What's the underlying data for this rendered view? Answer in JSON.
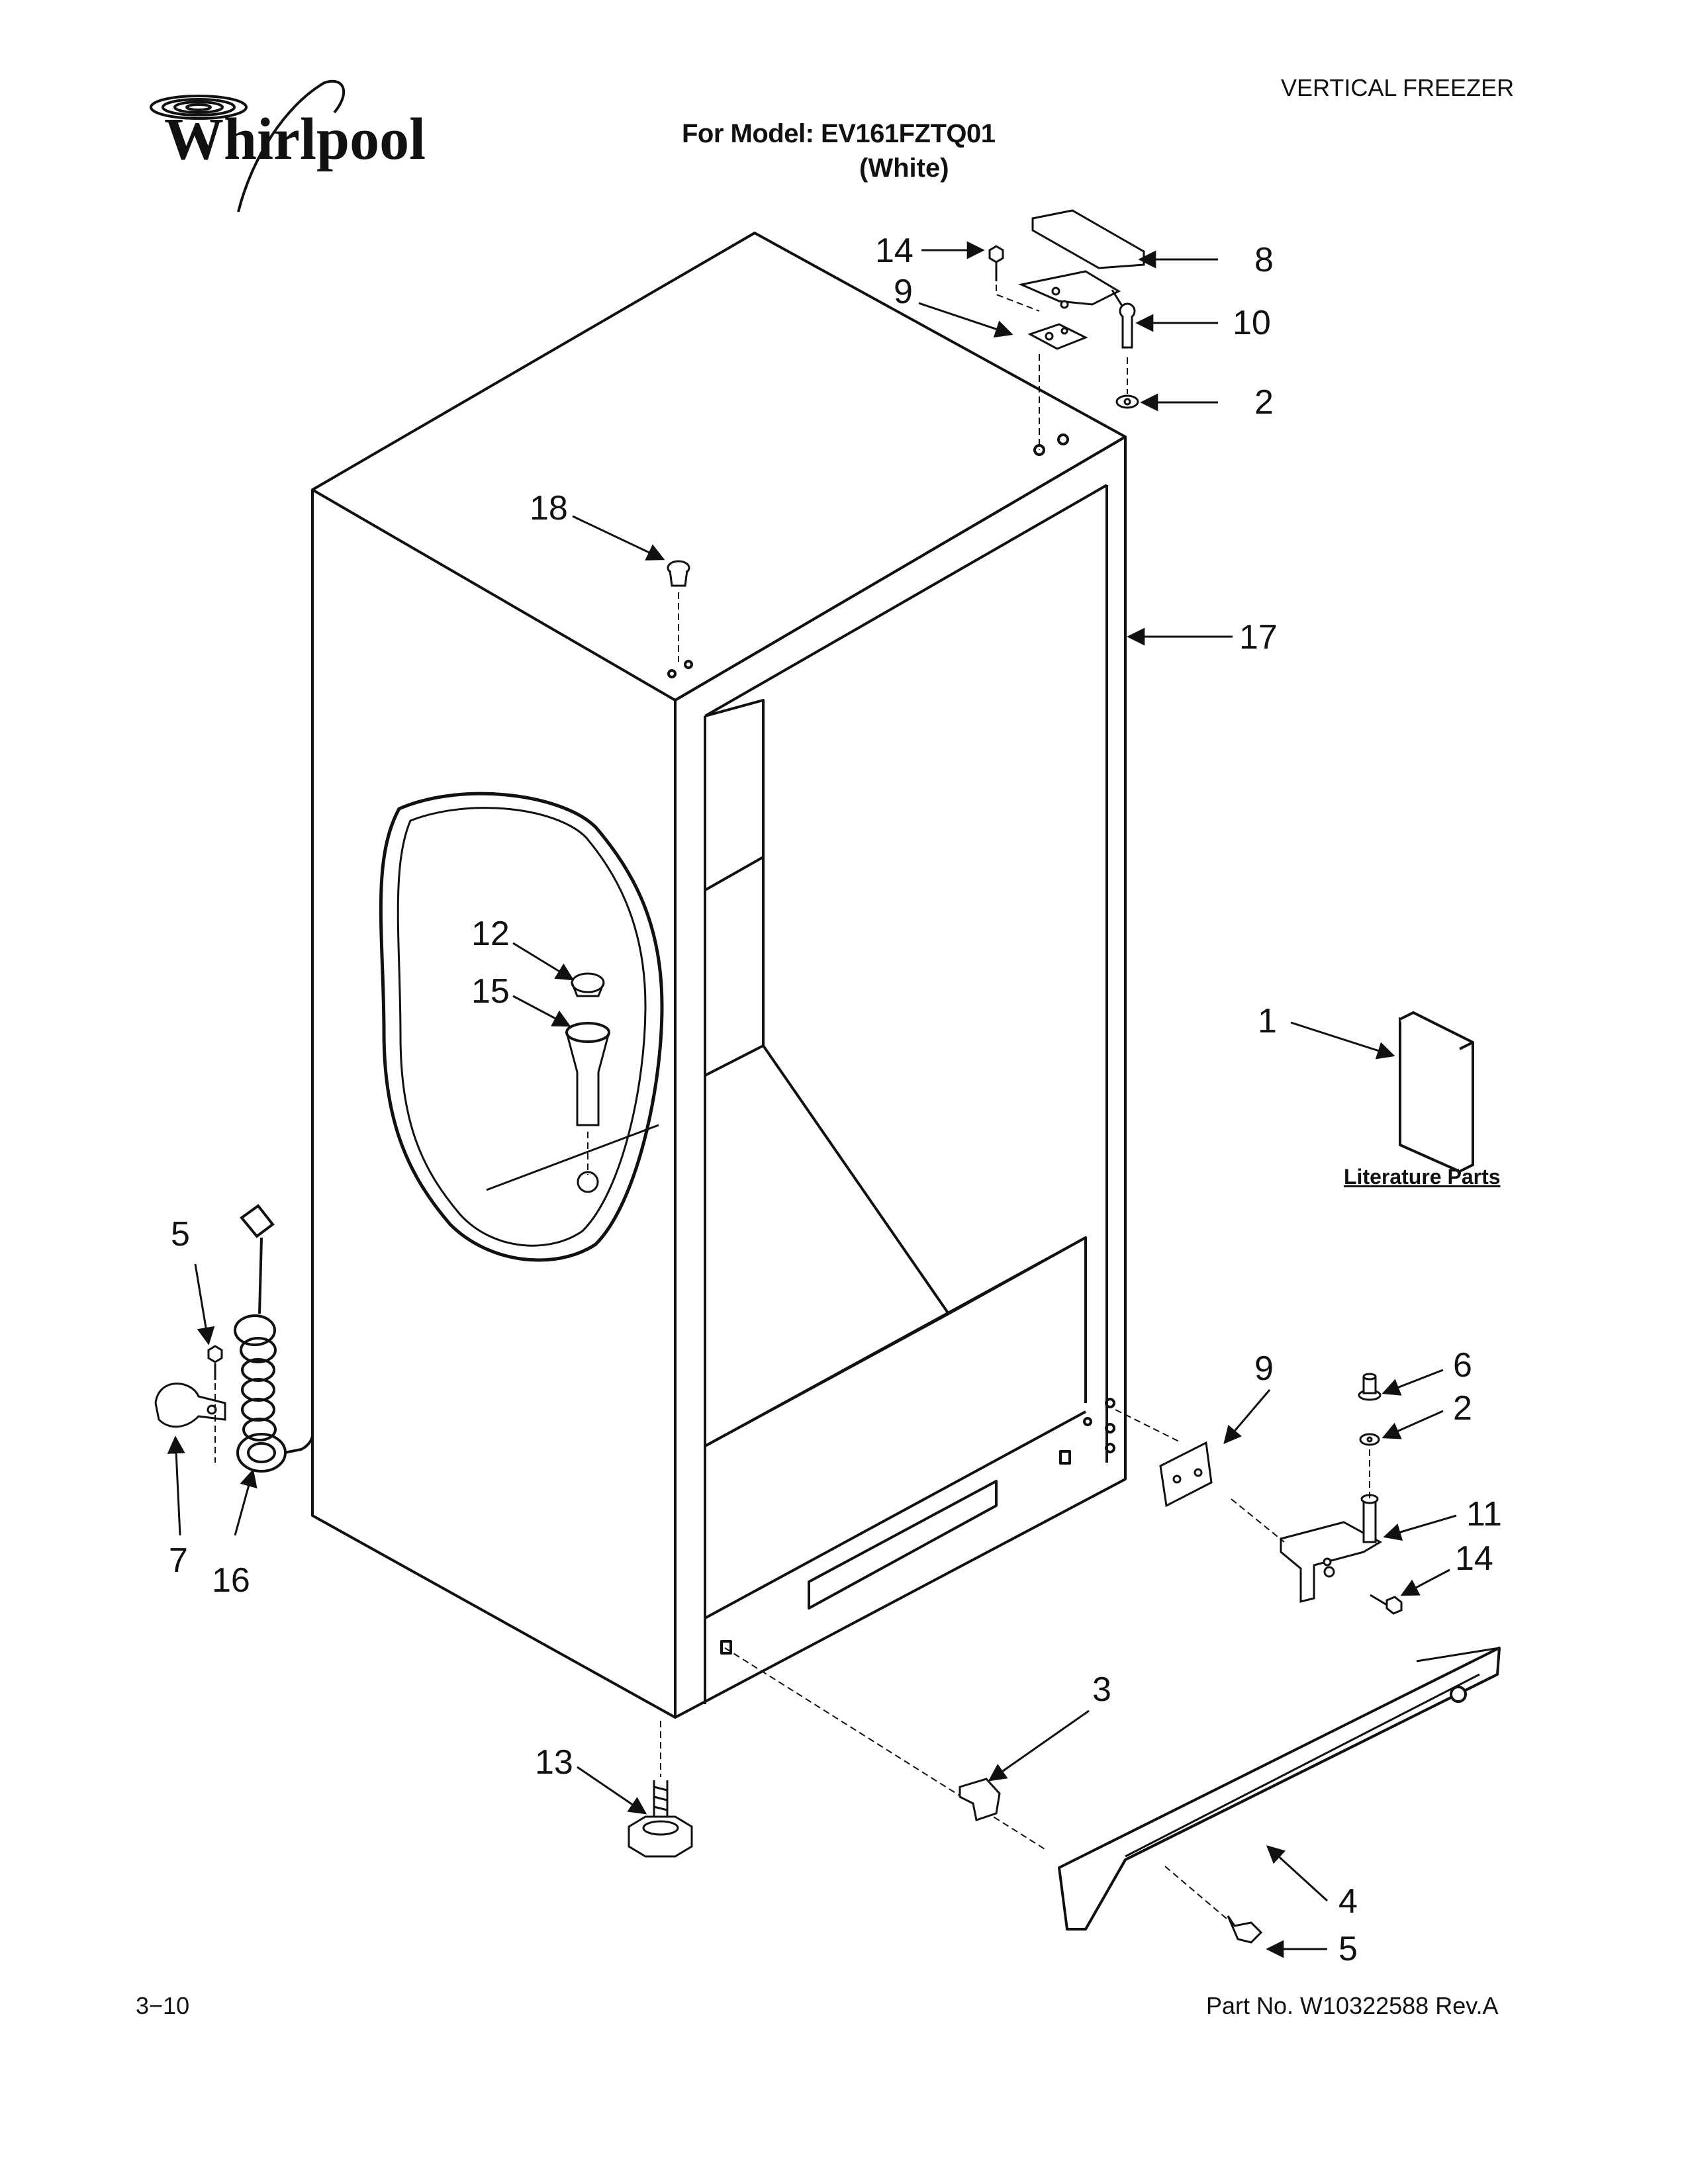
{
  "header": {
    "brand": "Whirlpool",
    "category": "VERTICAL FREEZER",
    "model": "For Model: EV161FZTQ01",
    "color": "(White)"
  },
  "literature": {
    "label": "Literature Parts"
  },
  "callouts": [
    "14",
    "9",
    "8",
    "10",
    "2",
    "18",
    "17",
    "12",
    "15",
    "1",
    "5",
    "7",
    "16",
    "9",
    "6",
    "2",
    "11",
    "14",
    "3",
    "13",
    "4",
    "5"
  ],
  "footer": {
    "page": "3−10",
    "part_number": "Part No. W10322588 Rev.A"
  }
}
